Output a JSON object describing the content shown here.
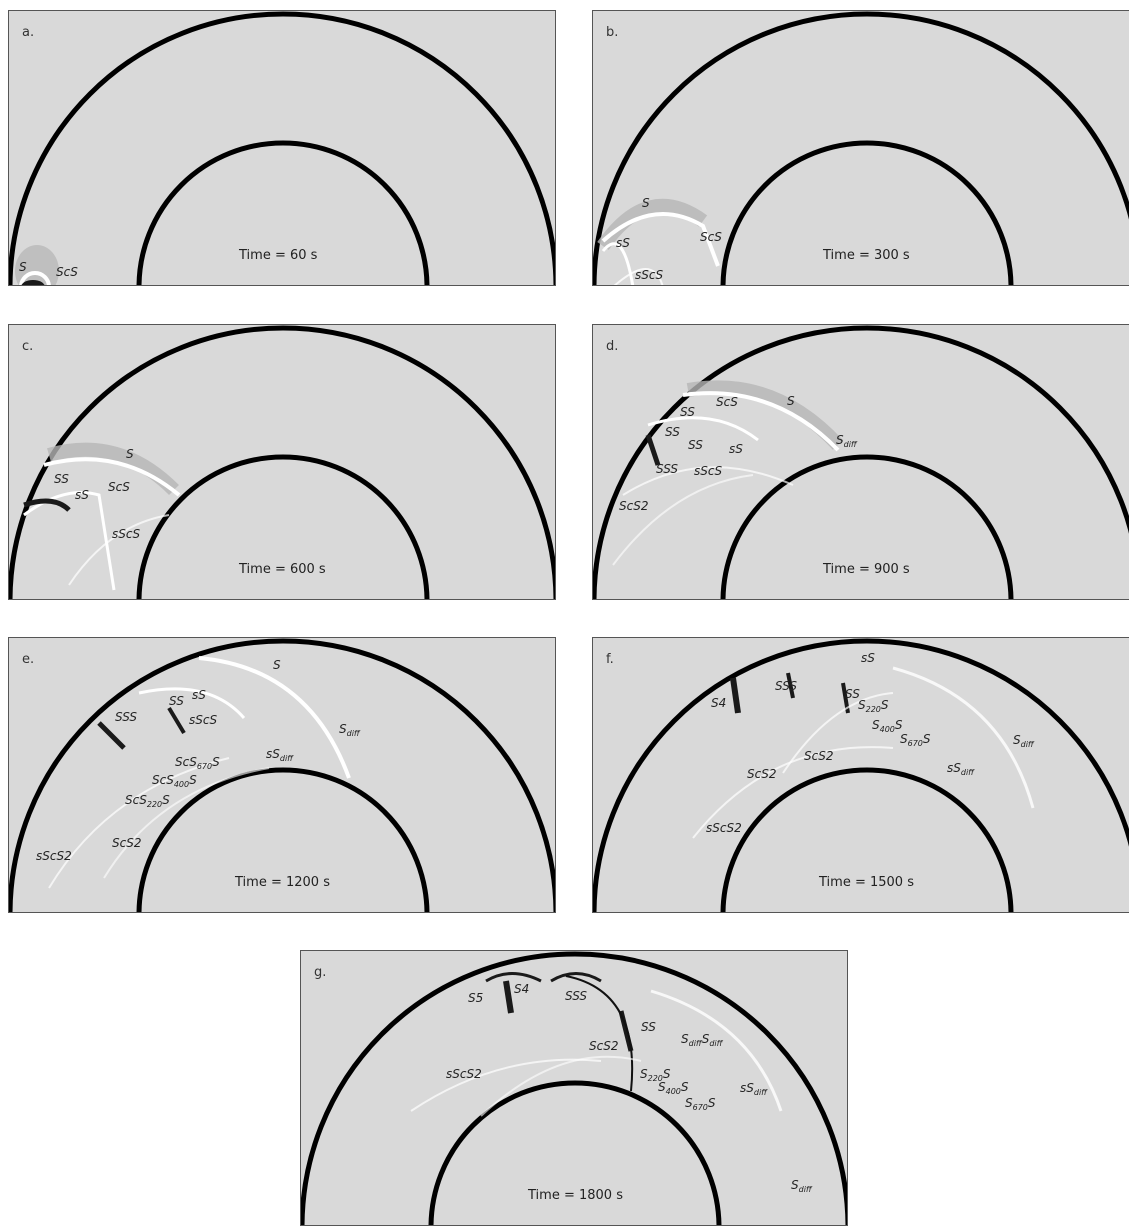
{
  "panels": [
    {
      "id": "a",
      "label": "a.",
      "time": "Time = 60 s",
      "phases": [
        {
          "parts": [
            [
              "S",
              false
            ]
          ]
        },
        {
          "parts": [
            [
              "ScS",
              false
            ]
          ]
        }
      ]
    },
    {
      "id": "b",
      "label": "b.",
      "time": "Time = 300 s",
      "phases": [
        {
          "parts": [
            [
              "S",
              false
            ]
          ]
        },
        {
          "parts": [
            [
              "sS",
              false
            ]
          ]
        },
        {
          "parts": [
            [
              "ScS",
              false
            ]
          ]
        },
        {
          "parts": [
            [
              "sScS",
              false
            ]
          ]
        }
      ]
    },
    {
      "id": "c",
      "label": "c.",
      "time": "Time = 600 s",
      "phases": [
        {
          "parts": [
            [
              "S",
              false
            ]
          ]
        },
        {
          "parts": [
            [
              "SS",
              false
            ]
          ]
        },
        {
          "parts": [
            [
              "sS",
              false
            ]
          ]
        },
        {
          "parts": [
            [
              "ScS",
              false
            ]
          ]
        },
        {
          "parts": [
            [
              "sScS",
              false
            ]
          ]
        }
      ]
    },
    {
      "id": "d",
      "label": "d.",
      "time": "Time = 900 s",
      "phases": [
        {
          "parts": [
            [
              "ScS",
              false
            ]
          ]
        },
        {
          "parts": [
            [
              "S",
              false
            ]
          ]
        },
        {
          "parts": [
            [
              "SS",
              false
            ]
          ]
        },
        {
          "parts": [
            [
              "SS",
              false
            ]
          ]
        },
        {
          "parts": [
            [
              "S",
              false
            ],
            [
              "diff",
              true
            ]
          ]
        },
        {
          "parts": [
            [
              "SS",
              false
            ]
          ]
        },
        {
          "parts": [
            [
              "sS",
              false
            ]
          ]
        },
        {
          "parts": [
            [
              "SSS",
              false
            ]
          ]
        },
        {
          "parts": [
            [
              "sScS",
              false
            ]
          ]
        },
        {
          "parts": [
            [
              "ScS2",
              false
            ]
          ]
        }
      ]
    },
    {
      "id": "e",
      "label": "e.",
      "time": "Time = 1200 s",
      "phases": [
        {
          "parts": [
            [
              "S",
              false
            ]
          ]
        },
        {
          "parts": [
            [
              "sS",
              false
            ]
          ]
        },
        {
          "parts": [
            [
              "SSS",
              false
            ]
          ]
        },
        {
          "parts": [
            [
              "SS",
              false
            ]
          ]
        },
        {
          "parts": [
            [
              "sScS",
              false
            ]
          ]
        },
        {
          "parts": [
            [
              "S",
              false
            ],
            [
              "diff",
              true
            ]
          ]
        },
        {
          "parts": [
            [
              "ScS",
              false
            ],
            [
              "670",
              true
            ],
            [
              "S",
              false
            ]
          ]
        },
        {
          "parts": [
            [
              "sS",
              false
            ],
            [
              "diff",
              true
            ]
          ]
        },
        {
          "parts": [
            [
              "ScS",
              false
            ],
            [
              "400",
              true
            ],
            [
              "S",
              false
            ]
          ]
        },
        {
          "parts": [
            [
              "ScS",
              false
            ],
            [
              "220",
              true
            ],
            [
              "S",
              false
            ]
          ]
        },
        {
          "parts": [
            [
              "ScS2",
              false
            ]
          ]
        },
        {
          "parts": [
            [
              "sScS2",
              false
            ]
          ]
        }
      ]
    },
    {
      "id": "f",
      "label": "f.",
      "time": "Time = 1500 s",
      "phases": [
        {
          "parts": [
            [
              "sS",
              false
            ]
          ]
        },
        {
          "parts": [
            [
              "S4",
              false
            ]
          ]
        },
        {
          "parts": [
            [
              "SSS",
              false
            ]
          ]
        },
        {
          "parts": [
            [
              "SS",
              false
            ]
          ]
        },
        {
          "parts": [
            [
              "S",
              false
            ],
            [
              "220",
              true
            ],
            [
              "S",
              false
            ]
          ]
        },
        {
          "parts": [
            [
              "S",
              false
            ],
            [
              "400",
              true
            ],
            [
              "S",
              false
            ]
          ]
        },
        {
          "parts": [
            [
              "S",
              false
            ],
            [
              "670",
              true
            ],
            [
              "S",
              false
            ]
          ]
        },
        {
          "parts": [
            [
              "S",
              false
            ],
            [
              "diff",
              true
            ]
          ]
        },
        {
          "parts": [
            [
              "ScS2",
              false
            ]
          ]
        },
        {
          "parts": [
            [
              "sS",
              false
            ],
            [
              "diff",
              true
            ]
          ]
        },
        {
          "parts": [
            [
              "ScS2",
              false
            ]
          ]
        },
        {
          "parts": [
            [
              "sScS2",
              false
            ]
          ]
        }
      ]
    },
    {
      "id": "g",
      "label": "g.",
      "time": "Time = 1800 s",
      "phases": [
        {
          "parts": [
            [
              "S5",
              false
            ]
          ]
        },
        {
          "parts": [
            [
              "S4",
              false
            ]
          ]
        },
        {
          "parts": [
            [
              "SSS",
              false
            ]
          ]
        },
        {
          "parts": [
            [
              "SS",
              false
            ]
          ]
        },
        {
          "parts": [
            [
              "S",
              false
            ],
            [
              "diff",
              true
            ],
            [
              "S",
              false
            ],
            [
              "diff",
              true
            ]
          ]
        },
        {
          "parts": [
            [
              "ScS2",
              false
            ]
          ]
        },
        {
          "parts": [
            [
              "sScS2",
              false
            ]
          ]
        },
        {
          "parts": [
            [
              "S",
              false
            ],
            [
              "220",
              true
            ],
            [
              "S",
              false
            ]
          ]
        },
        {
          "parts": [
            [
              "S",
              false
            ],
            [
              "400",
              true
            ],
            [
              "S",
              false
            ]
          ]
        },
        {
          "parts": [
            [
              "sS",
              false
            ],
            [
              "diff",
              true
            ]
          ]
        },
        {
          "parts": [
            [
              "S",
              false
            ],
            [
              "670",
              true
            ],
            [
              "S",
              false
            ]
          ]
        },
        {
          "parts": [
            [
              "S",
              false
            ],
            [
              "diff",
              true
            ]
          ]
        }
      ]
    }
  ],
  "colors": {
    "background": "#d9d9d9",
    "boundary": "#000000",
    "wavefront_light": "#ffffff",
    "wavefront_dark": "#1a1a1a"
  }
}
